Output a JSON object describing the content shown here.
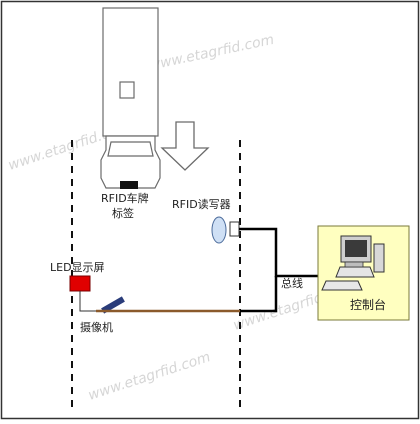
{
  "labels": {
    "tag": [
      "RFID车牌",
      "标签"
    ],
    "reader": "RFID读写器",
    "led": "LED显示屏",
    "camera": "摄像机",
    "bus": "总线",
    "console": "控制台"
  },
  "colors": {
    "frame_border": "#333333",
    "lane_line": "#111111",
    "truck_fill": "#ffffff",
    "truck_stroke": "#6b6b6b",
    "arrow_fill": "#ffffff",
    "reader_fill": "#cfe0f5",
    "led_fill": "#e00000",
    "camera_fill": "#2a3c7a",
    "wire_brown": "#8b5a2b",
    "wire_thin": "#333333",
    "bus_wire": "#000000",
    "console_fill": "#ffffc0",
    "console_stroke": "#7a7a3a"
  },
  "watermarks": [
    "www.etagrfid.com",
    "www.etagrfid.com",
    "www.etagrfid.com",
    "www.etagrfid.com"
  ]
}
